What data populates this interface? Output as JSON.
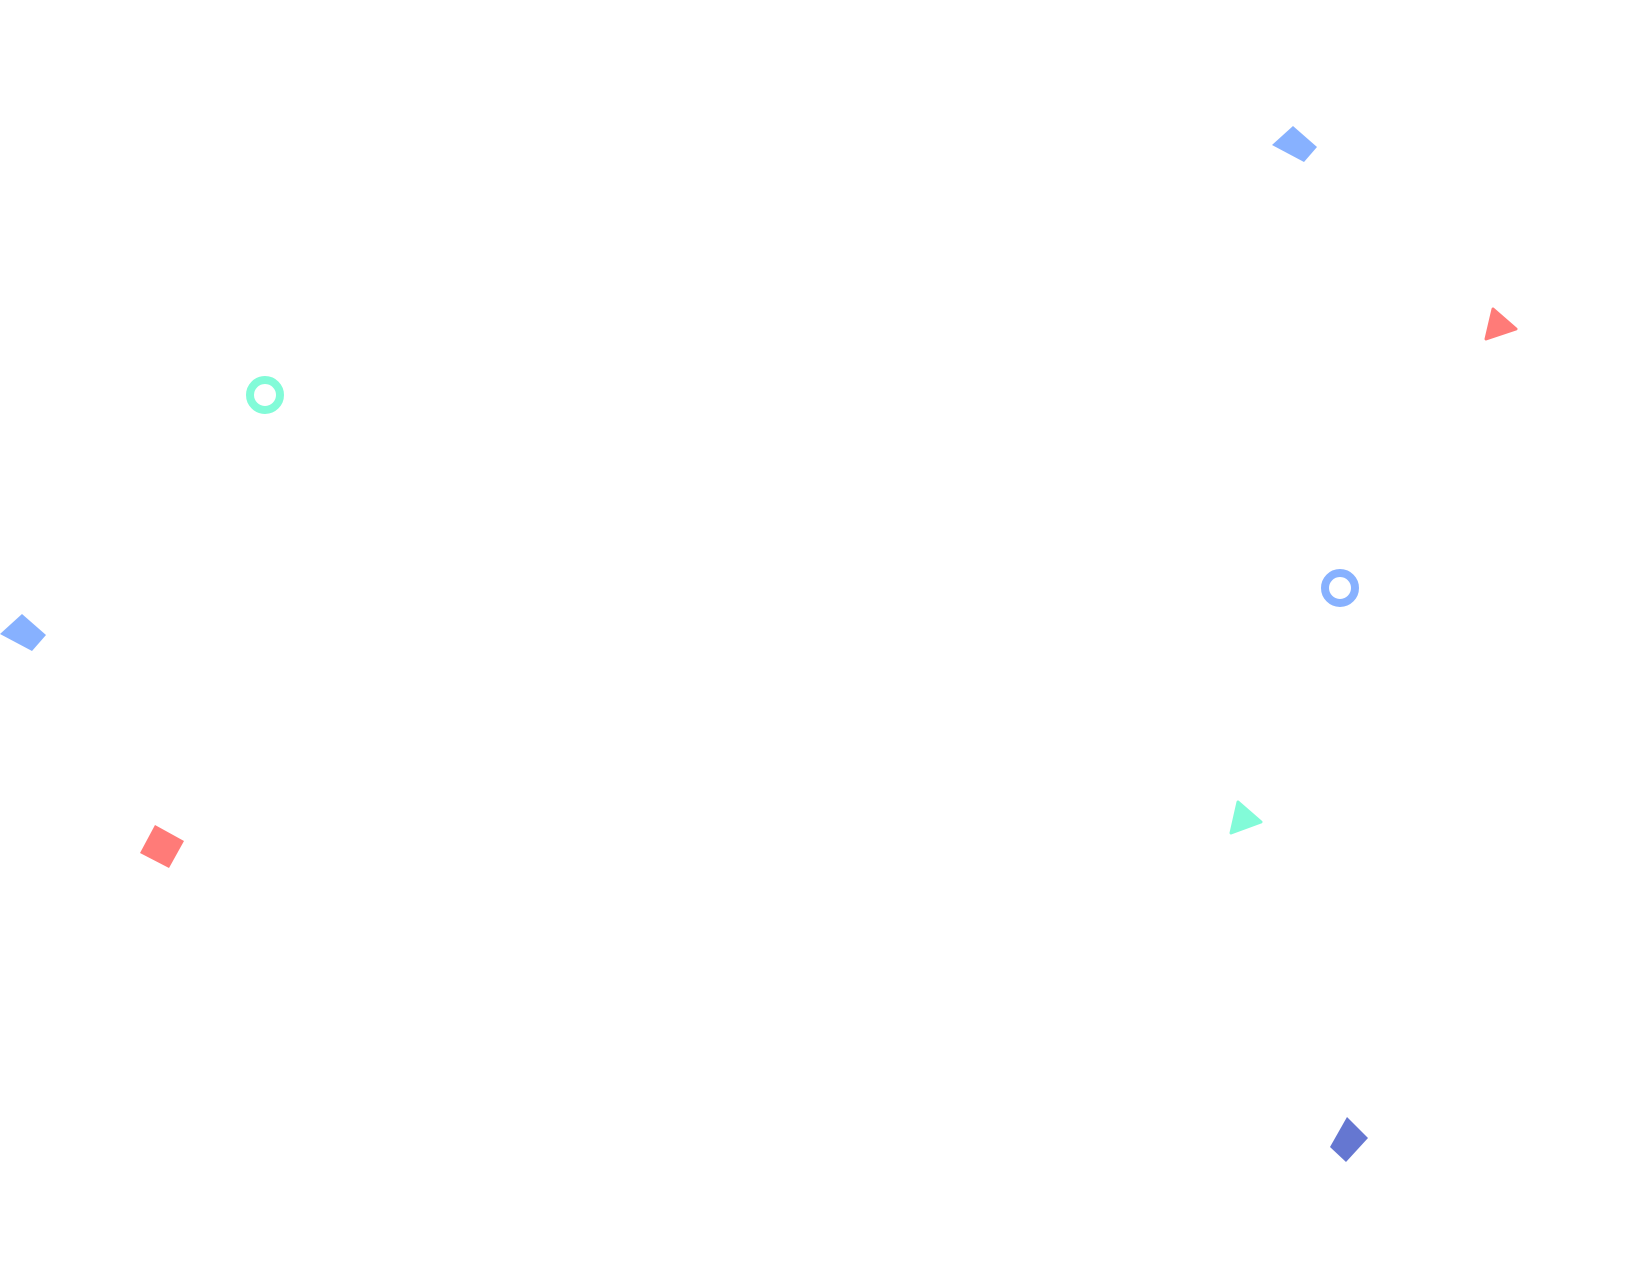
{
  "palette": {
    "background": "#ffffff",
    "light_blue": "#87b1ff",
    "coral": "#ff7b78",
    "mint": "#82fbd8",
    "indigo": "#6577d1"
  },
  "shapes": [
    {
      "name": "blue-diamond-top-right",
      "kind": "quad",
      "color": "light_blue"
    },
    {
      "name": "coral-triangle-top-right",
      "kind": "triangle",
      "color": "coral"
    },
    {
      "name": "mint-ring-left",
      "kind": "ring",
      "color": "mint"
    },
    {
      "name": "blue-diamond-left-edge",
      "kind": "quad",
      "color": "light_blue"
    },
    {
      "name": "blue-ring-right",
      "kind": "ring",
      "color": "light_blue"
    },
    {
      "name": "coral-square-left",
      "kind": "quad",
      "color": "coral"
    },
    {
      "name": "mint-triangle-right",
      "kind": "triangle",
      "color": "mint"
    },
    {
      "name": "indigo-diamond-bottom-right",
      "kind": "quad",
      "color": "indigo"
    }
  ]
}
